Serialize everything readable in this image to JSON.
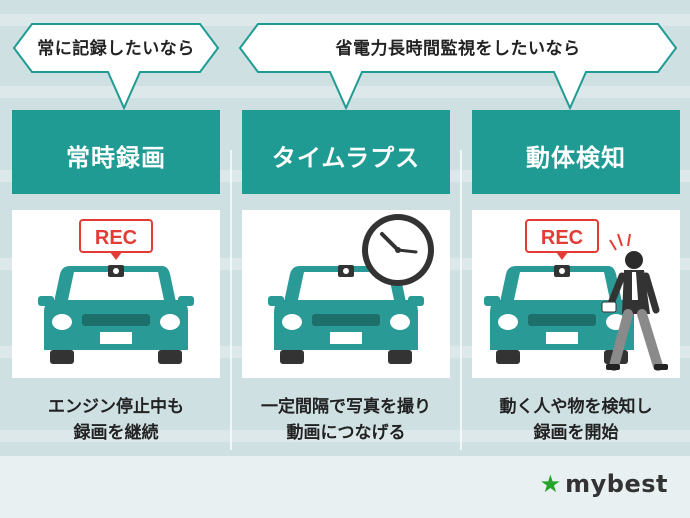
{
  "bubbles": {
    "left": "常に記録したいなら",
    "right": "省電力長時間監視をしたいなら"
  },
  "panels": [
    {
      "title": "常時録画",
      "badge": "REC",
      "caption_line1": "エンジン停止中も",
      "caption_line2": "録画を継続"
    },
    {
      "title": "タイムラプス",
      "badge": "",
      "caption_line1": "一定間隔で写真を撮り",
      "caption_line2": "動画につなげる"
    },
    {
      "title": "動体検知",
      "badge": "REC",
      "caption_line1": "動く人や物を検知し",
      "caption_line2": "録画を開始"
    }
  ],
  "logo": {
    "star": "★",
    "text": "mybest"
  },
  "colors": {
    "teal": "#1f9b93",
    "car": "#2a9a97",
    "rec_red": "#e23c35",
    "background": "#cfe0e2",
    "logo_star": "#27a32c"
  }
}
